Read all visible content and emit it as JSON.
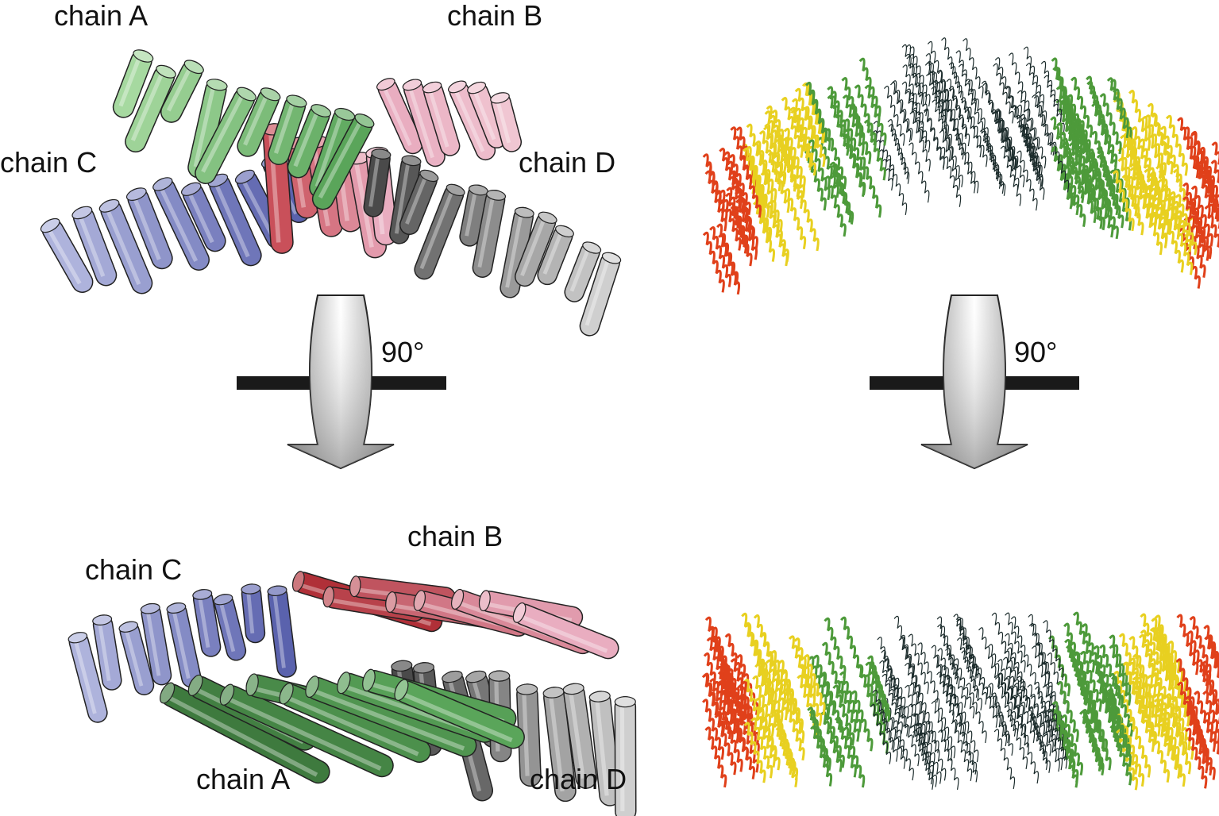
{
  "top_left": {
    "labels": {
      "chain_a": "chain A",
      "chain_b": "chain B",
      "chain_c": "chain C",
      "chain_d": "chain D"
    }
  },
  "bottom_left": {
    "labels": {
      "chain_a": "chain A",
      "chain_b": "chain B",
      "chain_c": "chain C",
      "chain_d": "chain D"
    }
  },
  "rotation": {
    "left_label": "90°",
    "right_label": "90°"
  },
  "colors": {
    "chain_a": "#5aa55a",
    "chain_a_light": "#a6d9a0",
    "chain_b": "#c9505a",
    "chain_b_light": "#e9adc0",
    "chain_c": "#5a62ad",
    "chain_c_light": "#aeb3dc",
    "chain_d": "#4a4a4a",
    "chain_d_light": "#cfcfcf",
    "bfactor_low": "#1a2a2a",
    "bfactor_mid": "#4d9a3a",
    "bfactor_high": "#e8d020",
    "bfactor_max": "#e0401a"
  }
}
